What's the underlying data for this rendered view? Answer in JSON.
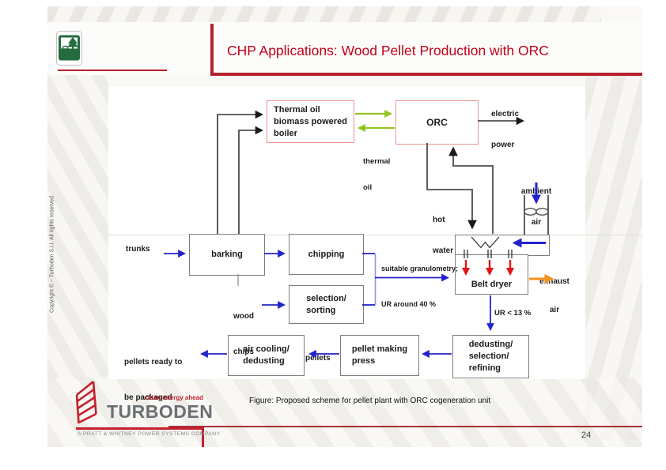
{
  "colors": {
    "accent_red": "#b5212c",
    "title_red": "#c00018",
    "flow_blue": "#2323cd",
    "merge_blue": "#8c93dc",
    "thermal_green": "#93c41f",
    "hot_red": "#e41414",
    "exhaust_orange": "#f6921e",
    "box_red_border": "#e89494",
    "box_gray_border": "#7d7d7d"
  },
  "header": {
    "title": "CHP Applications: Wood Pellet Production with ORC"
  },
  "side": {
    "copyright": "Copyright © – Turboden S.r.l. All rights reserved"
  },
  "diagram": {
    "boxes": {
      "boiler": {
        "lines": [
          "Thermal oil",
          "biomass powered",
          "boiler"
        ]
      },
      "orc": {
        "label": "ORC"
      },
      "barking": {
        "label": "barking"
      },
      "chipping": {
        "label": "chipping"
      },
      "sorting": {
        "lines": [
          "selection/",
          "sorting"
        ]
      },
      "belt_dryer": {
        "label": "Belt dryer"
      },
      "dedusting": {
        "lines": [
          "dedusting/",
          "selection/",
          "refining"
        ]
      },
      "press": {
        "lines": [
          "pellet making",
          "press"
        ]
      },
      "cooling": {
        "lines": [
          "air cooling/",
          "dedusting"
        ]
      }
    },
    "labels": {
      "electric_power": {
        "lines": [
          "electric",
          "power"
        ]
      },
      "thermal_oil": {
        "lines": [
          "thermal",
          "oil"
        ]
      },
      "hot_water": {
        "lines": [
          "hot",
          "water"
        ]
      },
      "ambient_air": {
        "lines": [
          "ambient",
          "air"
        ]
      },
      "exhaust_air": {
        "lines": [
          "exhaust",
          "air"
        ]
      },
      "trunks": "trunks",
      "wood_chips": {
        "lines": [
          "wood",
          "chips"
        ]
      },
      "granulometry": {
        "lines": [
          "suitable granulometry;",
          "UR around 40 %"
        ]
      },
      "ur13": "UR < 13 %",
      "pellets": "pellets",
      "pellets_ready": {
        "lines": [
          "pellets ready to",
          "be packaged"
        ]
      }
    }
  },
  "caption": "Figure: Proposed scheme for pellet plant with ORC cogeneration unit",
  "footer": {
    "tagline": "clean energy ahead",
    "brand": "TURBODEN",
    "company": "A PRATT & WHITNEY POWER SYSTEMS COMPANY",
    "page_number": "24"
  }
}
